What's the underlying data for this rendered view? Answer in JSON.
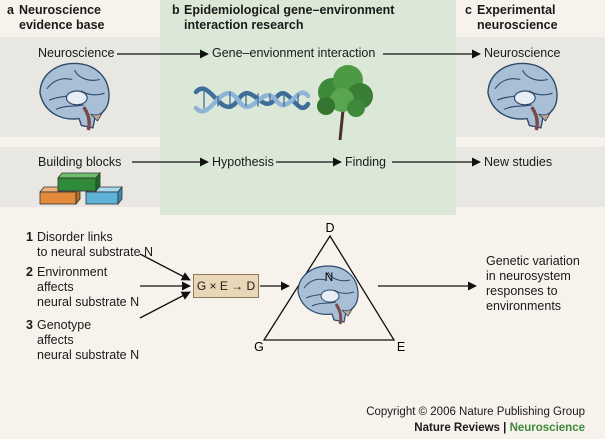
{
  "headers": [
    {
      "letter": "a",
      "line1": "Neuroscience",
      "line2": "evidence base"
    },
    {
      "letter": "b",
      "line1": "Epidemiological gene–environment",
      "line2": "interaction research"
    },
    {
      "letter": "c",
      "line1": "Experimental",
      "line2": "neuroscience"
    }
  ],
  "row1": {
    "left": "Neuroscience",
    "middle": "Gene–envionment interaction",
    "right": "Neuroscience"
  },
  "row2": {
    "left": "Building blocks",
    "hypothesis": "Hypothesis",
    "finding": "Finding",
    "right": "New studies"
  },
  "row3": {
    "items": [
      {
        "num": "1",
        "line1": "Disorder links",
        "line2": "to neural substrate N",
        "line3": ""
      },
      {
        "num": "2",
        "line1": "Environment",
        "line2": "affects",
        "line3": "neural substrate N"
      },
      {
        "num": "3",
        "line1": "Genotype",
        "line2": "affects",
        "line3": "neural substrate N"
      }
    ],
    "gxe": "G × E → D",
    "triangle": {
      "top": "D",
      "left": "G",
      "right": "E",
      "center": "N"
    },
    "result": [
      "Genetic variation",
      "in neurosystem",
      "responses to",
      "environments"
    ]
  },
  "footer": {
    "copyright": "Copyright © 2006 Nature Publishing Group",
    "journal": "Nature Reviews",
    "separator": " | ",
    "section": "Neuroscience"
  },
  "colors": {
    "green_band": "#dbe8d7",
    "grey_band": "#e9e7e2",
    "accent": "#3d8a3a",
    "gxe_box": "#ead7b8"
  }
}
